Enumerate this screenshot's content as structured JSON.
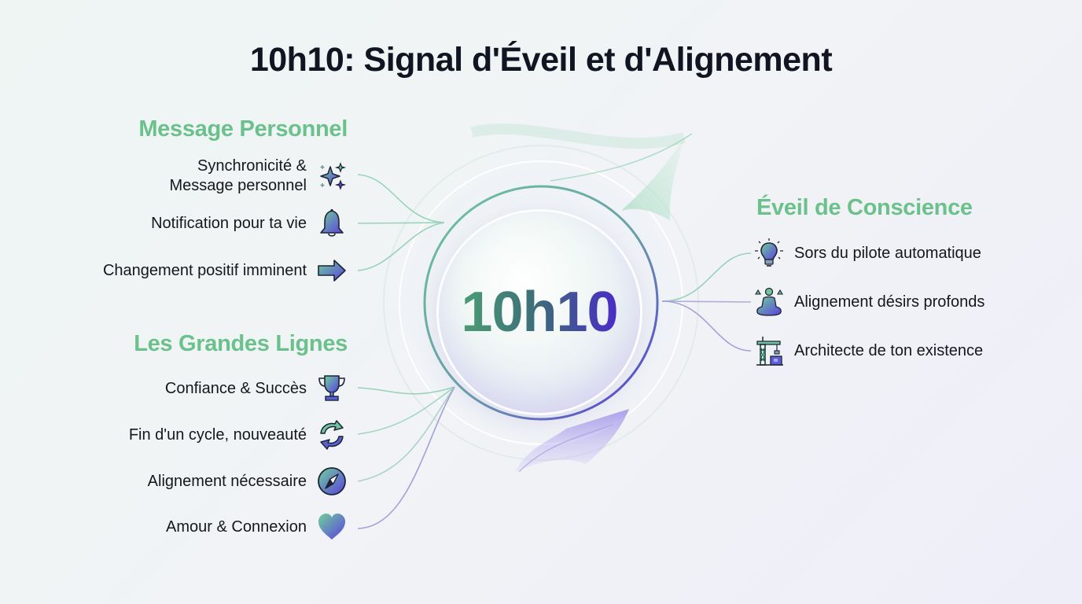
{
  "title": "10h10: Signal d'Éveil et d'Alignement",
  "hub": {
    "label": "10h10"
  },
  "colors": {
    "section_title": "#6bc18c",
    "accent_green": "#5fbf8a",
    "accent_purple": "#5b3fd6",
    "text": "#15171c",
    "title": "#111522"
  },
  "sections": {
    "message_personnel": {
      "title": "Message Personnel",
      "items": [
        {
          "label_line1": "Synchronicité &",
          "label_line2": "Message personnel",
          "icon": "sparkles-icon"
        },
        {
          "label": "Notification pour ta vie",
          "icon": "bell-icon"
        },
        {
          "label": "Changement positif imminent",
          "icon": "arrow-right-icon"
        }
      ]
    },
    "grandes_lignes": {
      "title": "Les Grandes Lignes",
      "items": [
        {
          "label": "Confiance & Succès",
          "icon": "trophy-icon"
        },
        {
          "label": "Fin d'un cycle, nouveauté",
          "icon": "refresh-cycle-icon"
        },
        {
          "label": "Alignement nécessaire",
          "icon": "compass-icon"
        },
        {
          "label": "Amour & Connexion",
          "icon": "heart-icon"
        }
      ]
    },
    "eveil_conscience": {
      "title": "Éveil de Conscience",
      "items": [
        {
          "label": "Sors du pilote automatique",
          "icon": "lightbulb-icon"
        },
        {
          "label": "Alignement désirs profonds",
          "icon": "meditation-balance-icon"
        },
        {
          "label": "Architecte de ton existence",
          "icon": "construction-crane-icon"
        }
      ]
    }
  }
}
